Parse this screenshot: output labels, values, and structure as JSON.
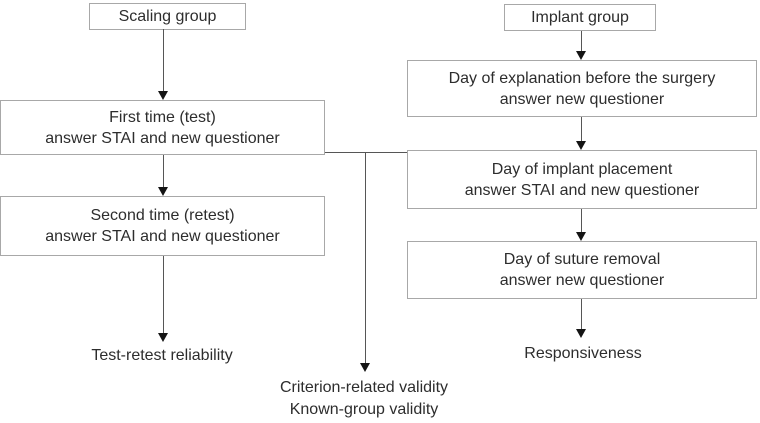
{
  "figure": {
    "type": "flowchart",
    "description": "Study design flowchart with scaling group and implant group"
  },
  "colors": {
    "bg": "#ffffff",
    "box-border": "#a8a8a8",
    "line": "#565656",
    "arrowhead": "#141414",
    "text": "#2d2d2d"
  },
  "nodes": {
    "scaling_group": {
      "label": "Scaling group"
    },
    "first_time": {
      "line1": "First time (test)",
      "line2": "answer STAI and new questioner"
    },
    "second_time": {
      "line1": "Second time (retest)",
      "line2": "answer STAI and new questioner"
    },
    "implant_group": {
      "label": "Implant group"
    },
    "explanation_day": {
      "line1": "Day of explanation before the surgery",
      "line2": "answer new questioner"
    },
    "implant_placement_day": {
      "line1": "Day of implant placement",
      "line2": "answer STAI and new questioner"
    },
    "suture_removal_day": {
      "line1": "Day of suture removal",
      "line2": "answer new questioner"
    }
  },
  "outcomes": {
    "test_retest": {
      "label": "Test-retest reliability"
    },
    "criterion": {
      "line1": "Criterion-related validity",
      "line2": "Known-group validity"
    },
    "responsiveness": {
      "label": "Responsiveness"
    }
  }
}
